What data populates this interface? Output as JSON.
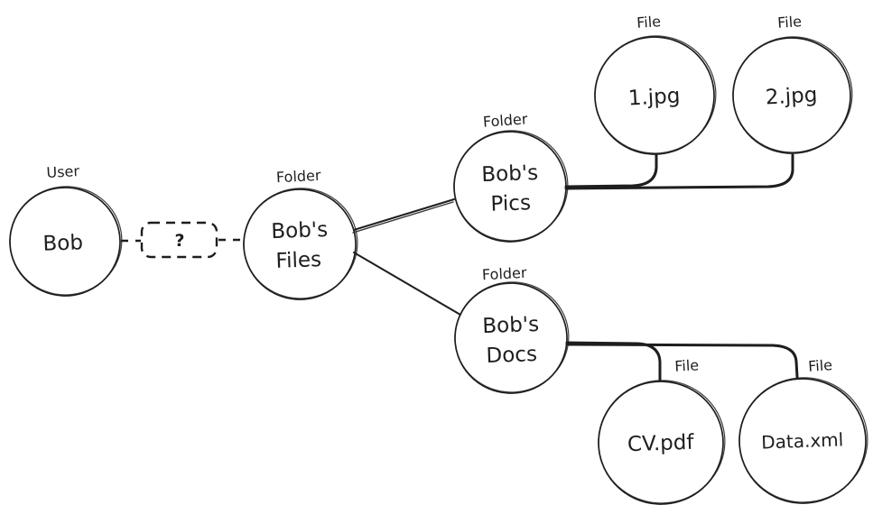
{
  "diagram": {
    "background_color": "#ffffff",
    "stroke_color": "#1e1e1e",
    "nodes": [
      {
        "id": "bob",
        "kind": "User",
        "label": "Bob",
        "lines": [
          "Bob"
        ]
      },
      {
        "id": "bobs-files",
        "kind": "Folder",
        "label": "Bob's Files",
        "lines": [
          "Bob's",
          "Files"
        ]
      },
      {
        "id": "bobs-pics",
        "kind": "Folder",
        "label": "Bob's Pics",
        "lines": [
          "Bob's",
          "Pics"
        ]
      },
      {
        "id": "1-jpg",
        "kind": "File",
        "label": "1.jpg",
        "lines": [
          "1.jpg"
        ]
      },
      {
        "id": "2-jpg",
        "kind": "File",
        "label": "2.jpg",
        "lines": [
          "2.jpg"
        ]
      },
      {
        "id": "bobs-docs",
        "kind": "Folder",
        "label": "Bob's Docs",
        "lines": [
          "Bob's",
          "Docs"
        ]
      },
      {
        "id": "cv-pdf",
        "kind": "File",
        "label": "CV.pdf",
        "lines": [
          "CV.pdf"
        ]
      },
      {
        "id": "data-xml",
        "kind": "File",
        "label": "Data.xml",
        "lines": [
          "Data.xml"
        ]
      }
    ],
    "edges": [
      {
        "from": "bob",
        "to": "bobs-files",
        "style": "dashed",
        "label": "?"
      },
      {
        "from": "bobs-files",
        "to": "bobs-pics",
        "style": "solid"
      },
      {
        "from": "bobs-files",
        "to": "bobs-docs",
        "style": "solid"
      },
      {
        "from": "bobs-pics",
        "to": "1-jpg",
        "style": "solid"
      },
      {
        "from": "bobs-pics",
        "to": "2-jpg",
        "style": "solid"
      },
      {
        "from": "bobs-docs",
        "to": "cv-pdf",
        "style": "solid"
      },
      {
        "from": "bobs-docs",
        "to": "data-xml",
        "style": "solid"
      }
    ]
  }
}
